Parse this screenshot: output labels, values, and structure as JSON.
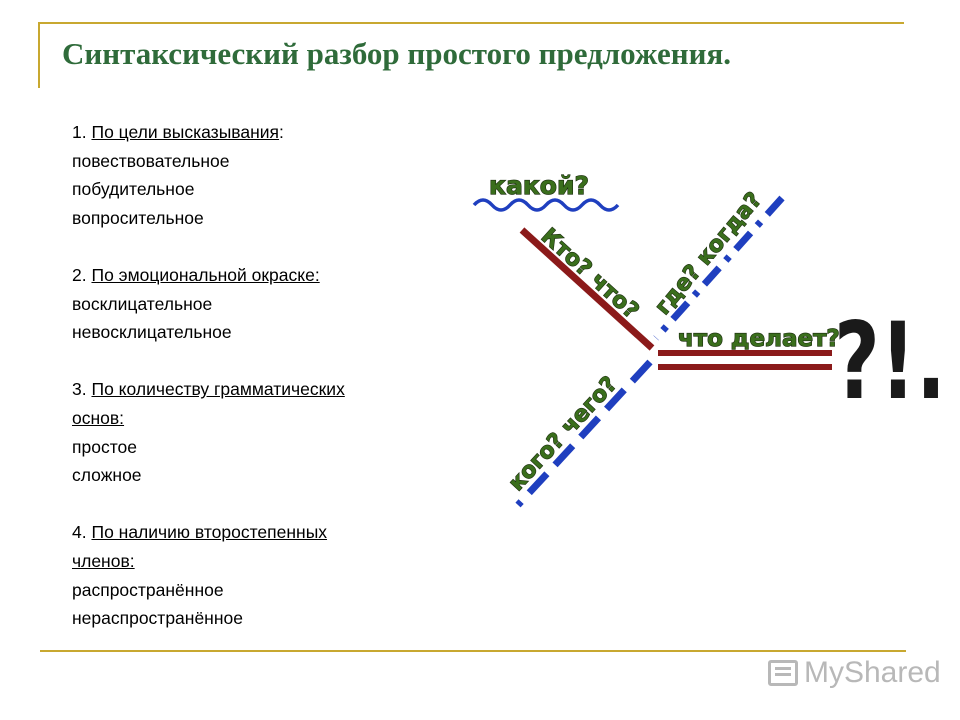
{
  "title": "Синтаксический разбор простого предложения.",
  "sections": [
    {
      "num": "1.",
      "heading": "По цели высказывания",
      "suffix": ":",
      "heading2": "",
      "items": [
        "повествовательное",
        "побудительное",
        "вопросительное"
      ]
    },
    {
      "num": "2.",
      "heading": "По эмоциональной окраске:",
      "suffix": "",
      "heading2": "",
      "items": [
        "восклицательное",
        "невосклицательное"
      ]
    },
    {
      "num": "3.",
      "heading": "По количеству грамматических",
      "suffix": "",
      "heading2": "основ:",
      "items": [
        "простое",
        "сложное"
      ]
    },
    {
      "num": "4.",
      "heading": "По наличию второстепенных",
      "suffix": "",
      "heading2": "членов:",
      "items": [
        "распространённое",
        "нераспространённое"
      ]
    }
  ],
  "diagram": {
    "attribute_label": "какой?",
    "subject_label": "Кто? что?",
    "predicate_label": "что делает?",
    "circumstance_label": "где? когда?",
    "object_label": "кого? чего?",
    "punctuation": "?!.",
    "colors": {
      "subject": "#8b1a1a",
      "predicate": "#8b1a1a",
      "dashed": "#1f3fbf",
      "wavy": "#1f3fbf",
      "label_fill": "#3a6e1c",
      "punct_fill": "#1a1a1a",
      "title": "#2f6b3a",
      "rule": "#c8a830"
    }
  },
  "logo": {
    "text": "MyShared",
    "icon": "presentation-board-icon"
  }
}
